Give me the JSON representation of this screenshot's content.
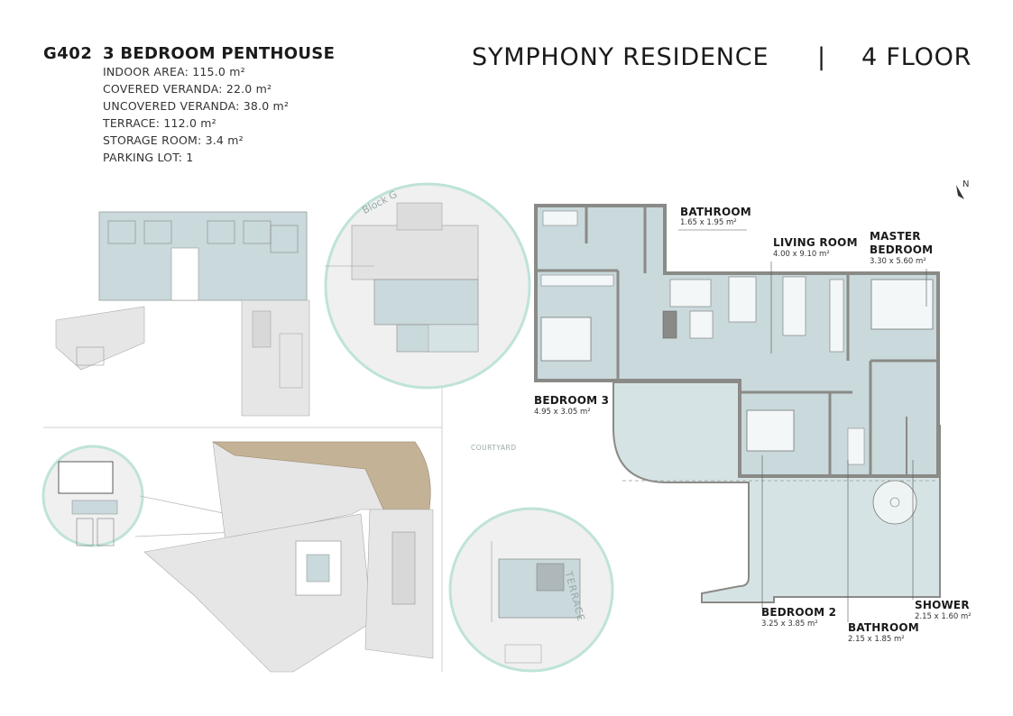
{
  "unit": {
    "code": "G402",
    "type": "3 BEDROOM PENTHOUSE",
    "specs": [
      "INDOOR AREA: 115.0 m²",
      "COVERED VERANDA: 22.0 m²",
      "UNCOVERED VERANDA: 38.0 m²",
      "TERRACE: 112.0 m²",
      "STORAGE ROOM: 3.4 m²",
      "PARKING LOT: 1"
    ]
  },
  "project": {
    "name": "SYMPHONY RESIDENCE",
    "separator": "|",
    "floor": "4 FLOOR"
  },
  "compass": {
    "label": "N"
  },
  "keyplan": {
    "block_label": "Block G",
    "terrace_label": "TERRACE",
    "courtyard_label": "COURTYARD"
  },
  "rooms": {
    "bathroom_top": {
      "name": "BATHROOM",
      "dims": "1.65 x 1.95 m²"
    },
    "living_room": {
      "name": "LIVING ROOM",
      "dims": "4.00 x 9.10 m²"
    },
    "master_bedroom": {
      "name_line1": "MASTER",
      "name_line2": "BEDROOM",
      "dims": "3.30 x 5.60 m²"
    },
    "bedroom3": {
      "name": "BEDROOM 3",
      "dims": "4.95 x 3.05 m²"
    },
    "bedroom2": {
      "name": "BEDROOM 2",
      "dims": "3.25 x 3.85 m²"
    },
    "bathroom_bottom": {
      "name": "BATHROOM",
      "dims": "2.15 x 1.85 m²"
    },
    "shower": {
      "name": "SHOWER",
      "dims": "2.15 x 1.60 m²"
    }
  },
  "colors": {
    "interior": "#c9d9dc",
    "terrace": "#d6e3e5",
    "wall": "#8a8a86",
    "circle_border": "#bfe3d8",
    "roof": "#c4b296",
    "grey_fill": "#e6e6e6"
  }
}
